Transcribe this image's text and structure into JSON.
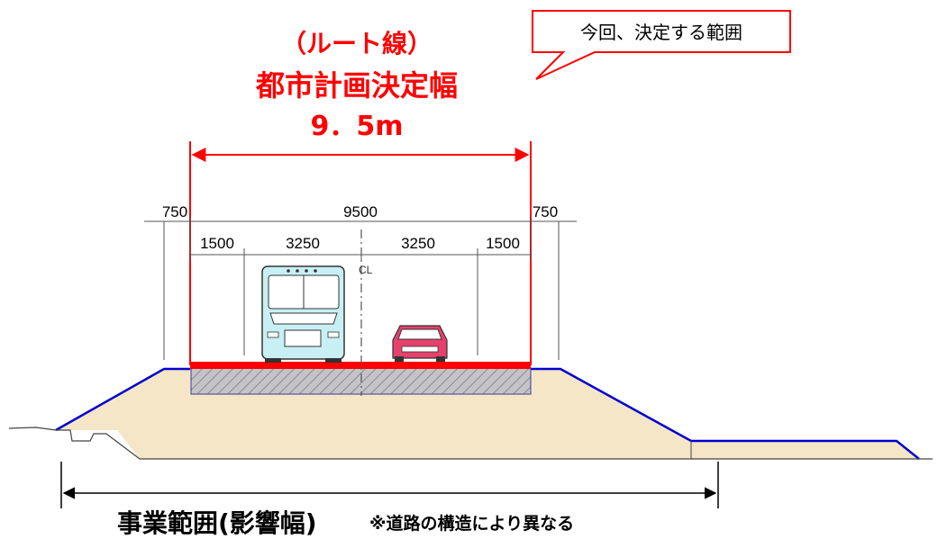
{
  "title": {
    "line1": "（ルート線）",
    "line2": "都市計画決定幅",
    "line3": "9．5m"
  },
  "callout": {
    "text": "今回、決定する範囲"
  },
  "dimensions": {
    "left_shoulder": "750",
    "total": "9500",
    "right_shoulder": "750",
    "left_sidewalk": "1500",
    "left_lane": "3250",
    "right_lane": "3250",
    "right_sidewalk": "1500",
    "centerline": "CL"
  },
  "bottom": {
    "main": "事業範囲(影響幅)",
    "note": "※道路の構造により異なる"
  },
  "colors": {
    "accent": "#ff0000",
    "embankment": "#f5e6c8",
    "slope_line": "#0000cc",
    "pavement_base": "#b0b0b8",
    "bus": "#c8f0f4",
    "car": "#e8406c"
  }
}
